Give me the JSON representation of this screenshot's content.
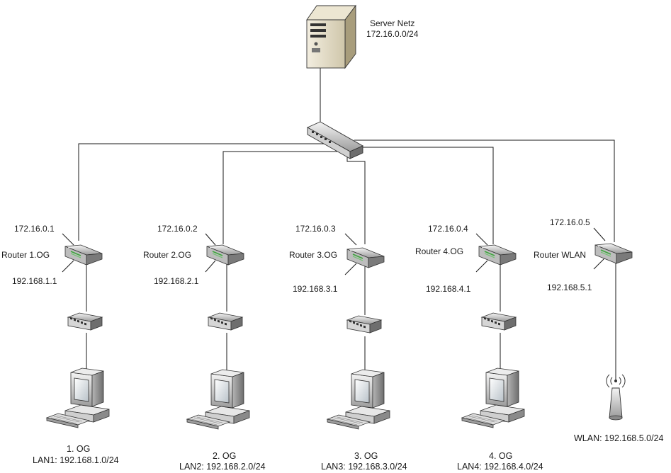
{
  "server": {
    "title": "Server Netz",
    "subnet": "172.16.0.0/24"
  },
  "routers": [
    {
      "wan_ip": "172.16.0.1",
      "name": "Router 1.OG",
      "lan_ip": "192.168.1.1",
      "floor": "1. OG",
      "lan": "LAN1: 192.168.1.0/24"
    },
    {
      "wan_ip": "172.16.0.2",
      "name": "Router 2.OG",
      "lan_ip": "192.168.2.1",
      "floor": "2. OG",
      "lan": "LAN2: 192.168.2.0/24"
    },
    {
      "wan_ip": "172.16.0.3",
      "name": "Router 3.OG",
      "lan_ip": "192.168.3.1",
      "floor": "3. OG",
      "lan": "LAN3: 192.168.3.0/24"
    },
    {
      "wan_ip": "172.16.0.4",
      "name": "Router 4.OG",
      "lan_ip": "192.168.4.1",
      "floor": "4. OG",
      "lan": "LAN4: 192.168.4.0/24"
    }
  ],
  "wlan": {
    "wan_ip": "172.16.0.5",
    "name": "Router WLAN",
    "lan_ip": "192.168.5.1",
    "lan": "WLAN: 192.168.5.0/24"
  },
  "icons": {
    "server": "server-tower-icon",
    "core_switch": "core-switch-icon",
    "router": "router-icon",
    "floor_switch": "switch-icon",
    "pc": "desktop-computer-icon",
    "antenna": "wireless-antenna-icon"
  }
}
